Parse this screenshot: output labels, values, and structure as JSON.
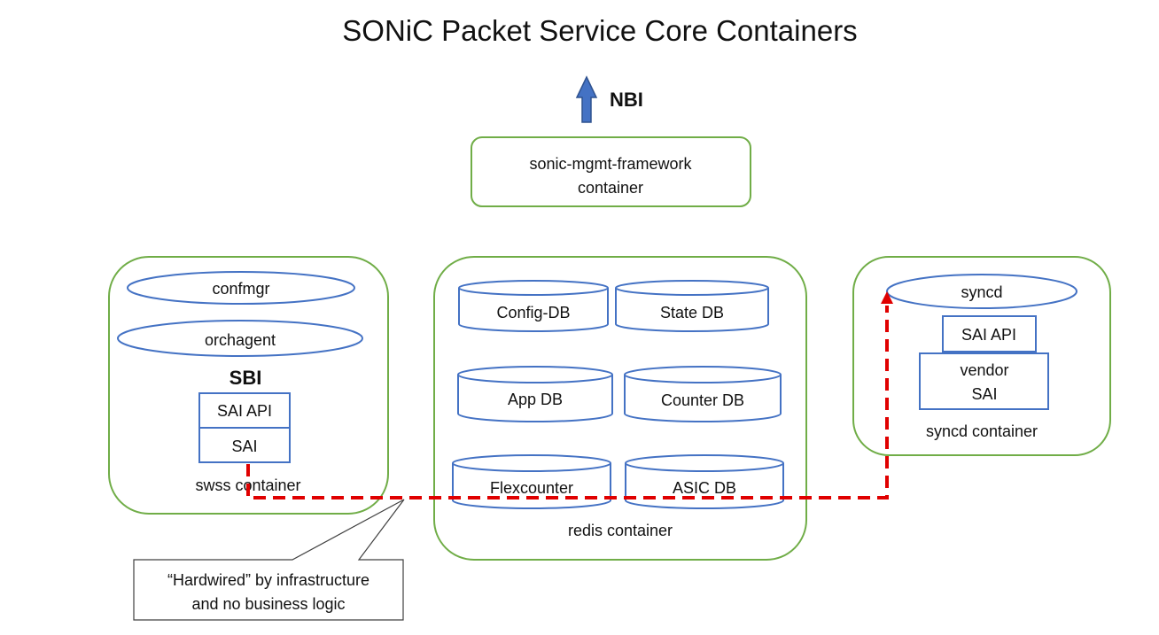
{
  "title": "SONiC Packet Service Core Containers",
  "nbi_label": "NBI",
  "sbi_label": "SBI",
  "mgmt_container": {
    "line1": "sonic-mgmt-framework",
    "line2": "container"
  },
  "swss": {
    "container_label": "swss container",
    "confmgr": "confmgr",
    "orchagent": "orchagent",
    "sai_api": "SAI API",
    "sai": "SAI"
  },
  "redis": {
    "container_label": "redis container",
    "dbs": [
      "Config-DB",
      "State DB",
      "App DB",
      "Counter DB",
      "Flexcounter",
      "ASIC DB"
    ]
  },
  "syncd": {
    "container_label": "syncd container",
    "syncd": "syncd",
    "sai_api": "SAI API",
    "vendor_sai_line1": "vendor",
    "vendor_sai_line2": "SAI"
  },
  "callout": {
    "line1": "“Hardwired” by infrastructure",
    "line2": "and no business logic"
  },
  "colors": {
    "container_border": "#70ad47",
    "shape_border": "#4472c4",
    "arrow_fill": "#4472c4",
    "path": "#e00000"
  }
}
